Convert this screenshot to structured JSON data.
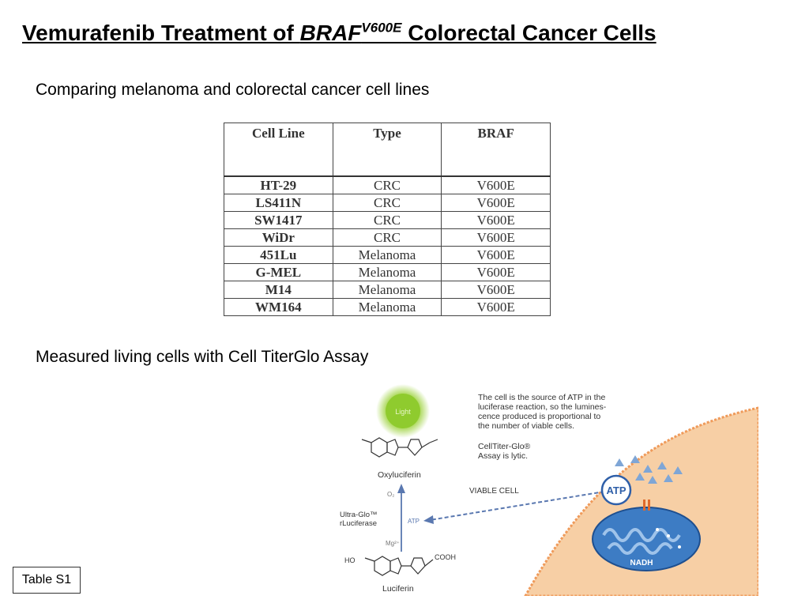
{
  "title": {
    "prefix": "Vemurafenib Treatment of ",
    "gene": "BRAF",
    "superscript": "V600E",
    "suffix": " Colorectal Cancer Cells"
  },
  "subtitle": "Comparing melanoma and colorectal cancer cell lines",
  "table": {
    "headers": [
      "Cell Line",
      "Type",
      "BRAF"
    ],
    "rows": [
      [
        "HT-29",
        "CRC",
        "V600E"
      ],
      [
        "LS411N",
        "CRC",
        "V600E"
      ],
      [
        "SW1417",
        "CRC",
        "V600E"
      ],
      [
        "WiDr",
        "CRC",
        "V600E"
      ],
      [
        "451Lu",
        "Melanoma",
        "V600E"
      ],
      [
        "G-MEL",
        "Melanoma",
        "V600E"
      ],
      [
        "M14",
        "Melanoma",
        "V600E"
      ],
      [
        "WM164",
        "Melanoma",
        "V600E"
      ]
    ]
  },
  "assay_text": "Measured living cells with Cell TiterGlo Assay",
  "diagram": {
    "description_lines": [
      "The cell is the source of ATP in the",
      "luciferase reaction, so the lumines-",
      "cence produced is proportional to",
      "the number of viable cells."
    ],
    "lytic_lines": [
      "CellTiter-Glo®",
      "Assay is lytic."
    ],
    "light": "Light",
    "oxyluciferin": "Oxyluciferin",
    "luciferin": "Luciferin",
    "o2": "O₂",
    "mg": "Mg²⁺",
    "enzyme_lines": [
      "Ultra-Glo™",
      "rLuciferase"
    ],
    "atp_small": "ATP",
    "viable_cell": "VIABLE CELL",
    "atp_big": "ATP",
    "nadh": "NADH",
    "cooh": "COOH",
    "ho": "HO"
  },
  "colors": {
    "cell_fill": "#f7cfa5",
    "cell_border": "#ef9a5a",
    "mito_fill": "#3d7cc4",
    "atp_triangles": "#7fa6d6",
    "arrow": "#5a78b0",
    "light_glow": "#9bd13a"
  },
  "table_label": "Table S1"
}
